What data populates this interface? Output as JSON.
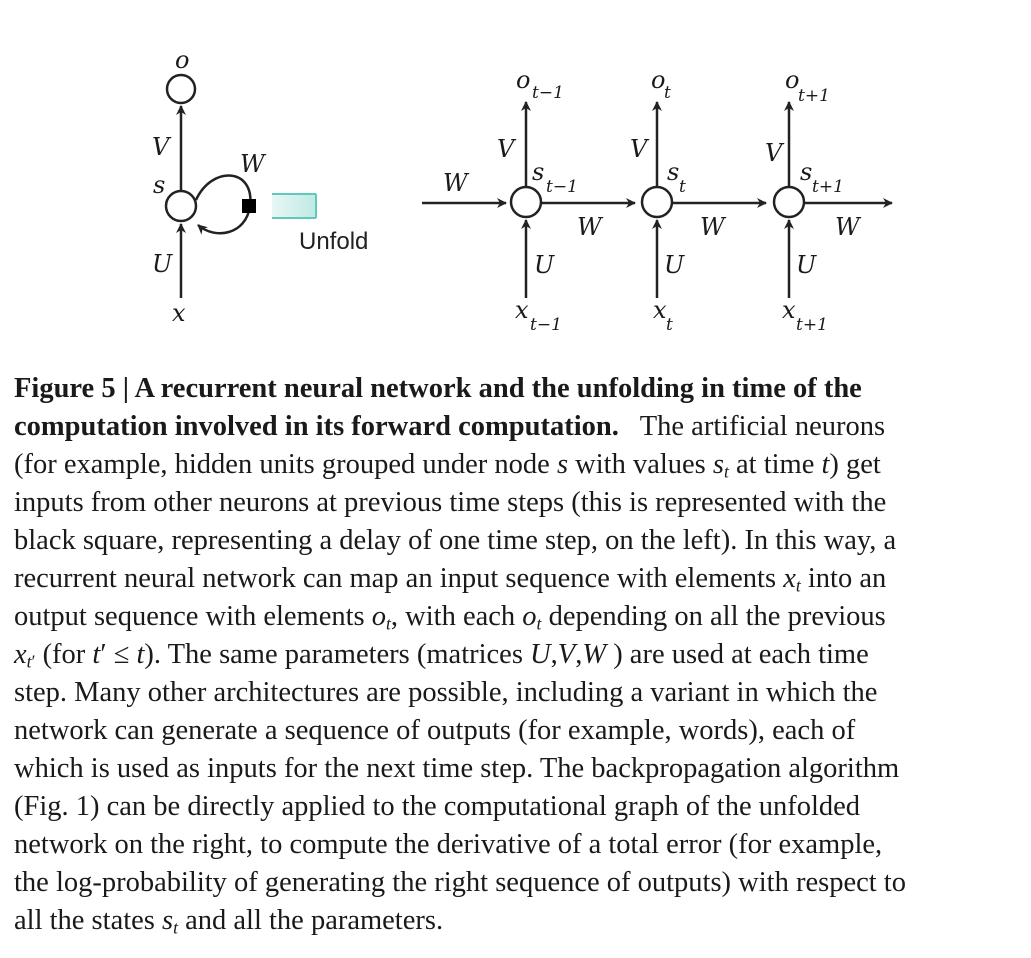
{
  "figure": {
    "folded": {
      "output": "o",
      "state": "s",
      "input": "x",
      "v": "V",
      "u": "U",
      "w": "W"
    },
    "unfold_label": "Unfold",
    "unfolded": {
      "w_in": "W",
      "steps": [
        {
          "o": "o",
          "o_sub": "t−1",
          "s": "s",
          "s_sub": "t−1",
          "x": "x",
          "x_sub": "t−1",
          "v": "V",
          "u": "U",
          "w": "W"
        },
        {
          "o": "o",
          "o_sub": "t",
          "s": "s",
          "s_sub": "t",
          "x": "x",
          "x_sub": "t",
          "v": "V",
          "u": "U",
          "w": "W"
        },
        {
          "o": "o",
          "o_sub": "t+1",
          "s": "s",
          "s_sub": "t+1",
          "x": "x",
          "x_sub": "t+1",
          "v": "V",
          "u": "U",
          "w": "W"
        }
      ]
    }
  },
  "caption": {
    "title": "Figure 5 | A recurrent neural network and the unfolding in time of the computation involved in its forward computation.",
    "lines": [
      "The artificial neurons",
      "(for example, hidden units grouped under node s with values st at time t) get",
      "inputs from other neurons at previous time steps (this is represented with the",
      "black square, representing a delay of one time step, on the left). In this way, a",
      "recurrent neural network can map an input sequence with elements xt into an",
      "output sequence with elements ot, with each ot depending on all the previous",
      "xt′ (for t′ ≤ t). The same parameters (matrices U,V,W ) are used at each time",
      "step. Many other architectures are possible, including a variant in which the",
      "network can generate a sequence of outputs (for example, words), each of",
      "which is used as inputs for the next time step. The backpropagation algorithm",
      "(Fig. 1) can be directly applied to the computational graph of the unfolded",
      "network on the right, to compute the derivative of a total error (for example,",
      "the log-probability of generating the right sequence of outputs) with respect to",
      "all the states st and all the parameters."
    ]
  }
}
